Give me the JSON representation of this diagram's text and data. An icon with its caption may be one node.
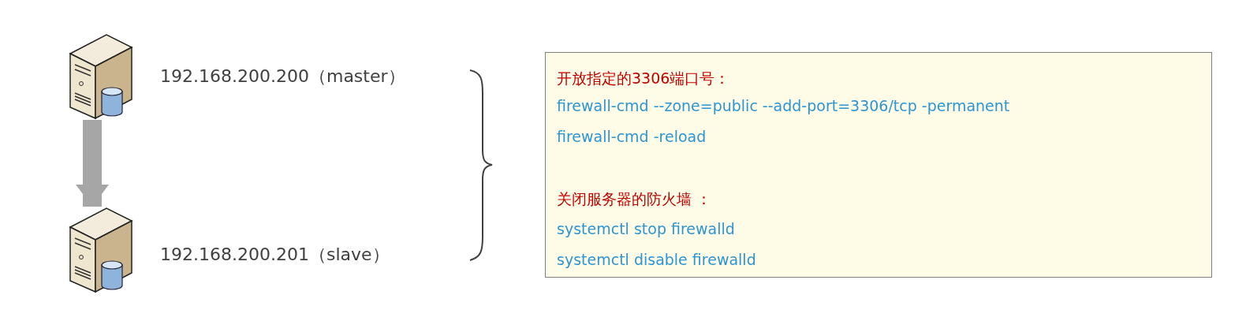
{
  "diagram": {
    "nodes": [
      {
        "text": [],
        "shape": "server",
        "beside": [
          "192.168.200.200（master）"
        ]
      },
      {
        "text": [],
        "shape": "server",
        "beside": [
          "192.168.200.201（slave）"
        ]
      },
      {
        "text": [
          "开放指定的3306端口号：",
          "firewall-cmd --zone=public --add-port=3306/tcp -permanent",
          "firewall-cmd -reload",
          "关闭服务器的防火墙 ：",
          "systemctl stop firewalld",
          "systemctl disable firewalld"
        ]
      }
    ],
    "edges": [
      {
        "from": 0,
        "to": 1,
        "arrow": "to"
      }
    ]
  }
}
